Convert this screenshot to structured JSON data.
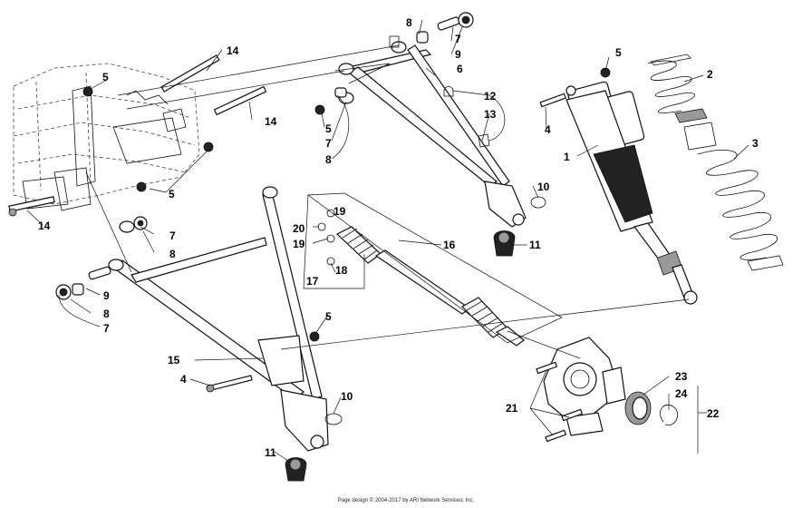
{
  "diagram": {
    "callouts": [
      {
        "id": "c1",
        "text": "1"
      },
      {
        "id": "c2",
        "text": "2"
      },
      {
        "id": "c3",
        "text": "3"
      },
      {
        "id": "c4a",
        "text": "4"
      },
      {
        "id": "c4b",
        "text": "4"
      },
      {
        "id": "c5a",
        "text": "5"
      },
      {
        "id": "c5b",
        "text": "5"
      },
      {
        "id": "c5c",
        "text": "5"
      },
      {
        "id": "c5d",
        "text": "5"
      },
      {
        "id": "c5e",
        "text": "5"
      },
      {
        "id": "c6",
        "text": "6"
      },
      {
        "id": "c7a",
        "text": "7"
      },
      {
        "id": "c7b",
        "text": "7"
      },
      {
        "id": "c7c",
        "text": "7"
      },
      {
        "id": "c7d",
        "text": "7"
      },
      {
        "id": "c8a",
        "text": "8"
      },
      {
        "id": "c8b",
        "text": "8"
      },
      {
        "id": "c8c",
        "text": "8"
      },
      {
        "id": "c8d",
        "text": "8"
      },
      {
        "id": "c9a",
        "text": "9"
      },
      {
        "id": "c9b",
        "text": "9"
      },
      {
        "id": "c10a",
        "text": "10"
      },
      {
        "id": "c10b",
        "text": "10"
      },
      {
        "id": "c11a",
        "text": "11"
      },
      {
        "id": "c11b",
        "text": "11"
      },
      {
        "id": "c12",
        "text": "12"
      },
      {
        "id": "c13",
        "text": "13"
      },
      {
        "id": "c14a",
        "text": "14"
      },
      {
        "id": "c14b",
        "text": "14"
      },
      {
        "id": "c14c",
        "text": "14"
      },
      {
        "id": "c15",
        "text": "15"
      },
      {
        "id": "c16",
        "text": "16"
      },
      {
        "id": "c17",
        "text": "17"
      },
      {
        "id": "c18",
        "text": "18"
      },
      {
        "id": "c19a",
        "text": "19"
      },
      {
        "id": "c19b",
        "text": "19"
      },
      {
        "id": "c20",
        "text": "20"
      },
      {
        "id": "c21",
        "text": "21"
      },
      {
        "id": "c22",
        "text": "22"
      },
      {
        "id": "c23",
        "text": "23"
      },
      {
        "id": "c24",
        "text": "24"
      }
    ]
  },
  "footer": {
    "text": "Page design © 2004-2017 by ARI Network Services, Inc."
  }
}
